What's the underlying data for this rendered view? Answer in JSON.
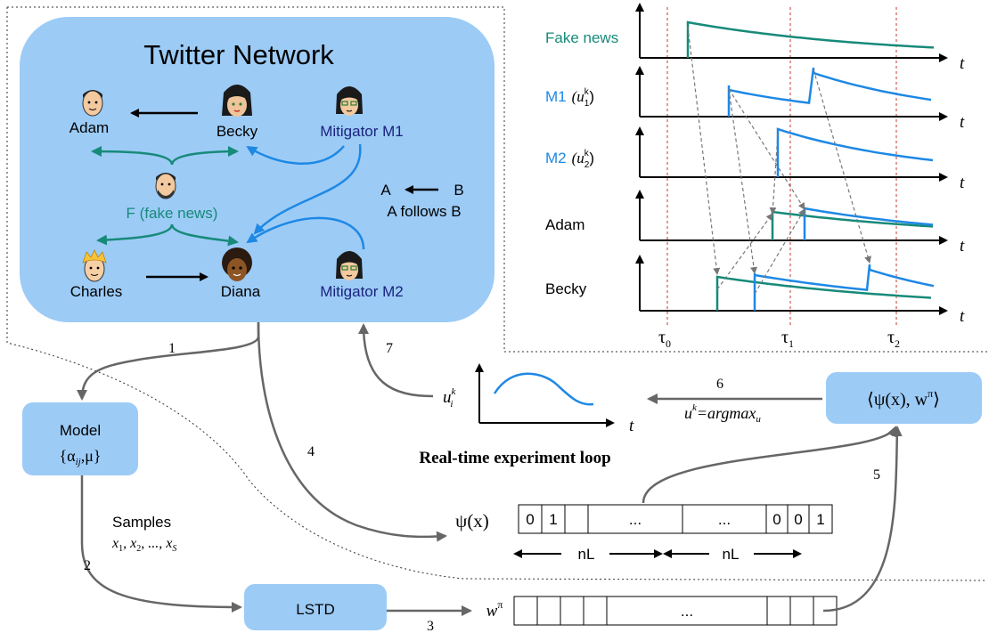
{
  "network": {
    "title": "Twitter Network",
    "people": {
      "adam": "Adam",
      "becky": "Becky",
      "mitigator_m1": "Mitigator M1",
      "fake_news": "F (fake news)",
      "charles": "Charles",
      "diana": "Diana",
      "mitigator_m2": "Mitigator M2"
    },
    "legend": {
      "a": "A",
      "b": "B",
      "caption": "A follows B"
    }
  },
  "timelines": {
    "rows": [
      {
        "label": "Fake news",
        "sub": "",
        "color": "#178a7a"
      },
      {
        "label": "M1",
        "sub": "(u",
        "subsup": "k",
        "subsub": "1",
        "close": ")",
        "color": "#1e88e5"
      },
      {
        "label": "M2",
        "sub": "(u",
        "subsup": "k",
        "subsub": "2",
        "close": ")",
        "color": "#1e88e5"
      },
      {
        "label": "Adam",
        "sub": "",
        "color": "#000000"
      },
      {
        "label": "Becky",
        "sub": "",
        "color": "#000000"
      }
    ],
    "axis_label": "t",
    "taus": [
      {
        "sym": "τ",
        "sub": "0"
      },
      {
        "sym": "τ",
        "sub": "1"
      },
      {
        "sym": "τ",
        "sub": "2"
      }
    ]
  },
  "pipeline": {
    "model_title": "Model",
    "model_params": "{α",
    "model_params_sub": "ij",
    "model_params_end": ",μ}",
    "samples_label": "Samples",
    "samples_seq": "x",
    "lstd": "LSTD",
    "loop_title": "Real-time experiment loop",
    "psi_x": "ψ(x)",
    "psi_cells": [
      "0",
      "1",
      "",
      "...",
      "...",
      "0",
      "0",
      "1"
    ],
    "w_pi": "w",
    "w_pi_sup": "π",
    "w_cells": [
      "",
      "",
      "",
      "",
      "...",
      "",
      "",
      ""
    ],
    "nl": [
      "nL",
      "nL"
    ],
    "policy_box": "⟨ψ(x), w",
    "policy_box_sup": "π",
    "policy_box_end": "⟩",
    "argmax_u": "u",
    "argmax_sup": "k",
    "argmax_rest": "=argmax",
    "argmax_sub": "u",
    "u_i": "u",
    "u_i_sup": "k",
    "u_i_sub": "i",
    "curve_t": "t",
    "steps": [
      "1",
      "2",
      "3",
      "4",
      "5",
      "6",
      "7"
    ]
  },
  "colors": {
    "network_bg": "#9ccbf6",
    "box_bg": "#9ccbf6",
    "teal": "#178a7a",
    "blue": "#1e88e5",
    "navy": "#1a237e",
    "arrow_gray": "#666666",
    "tau_line": "#c0392b"
  }
}
